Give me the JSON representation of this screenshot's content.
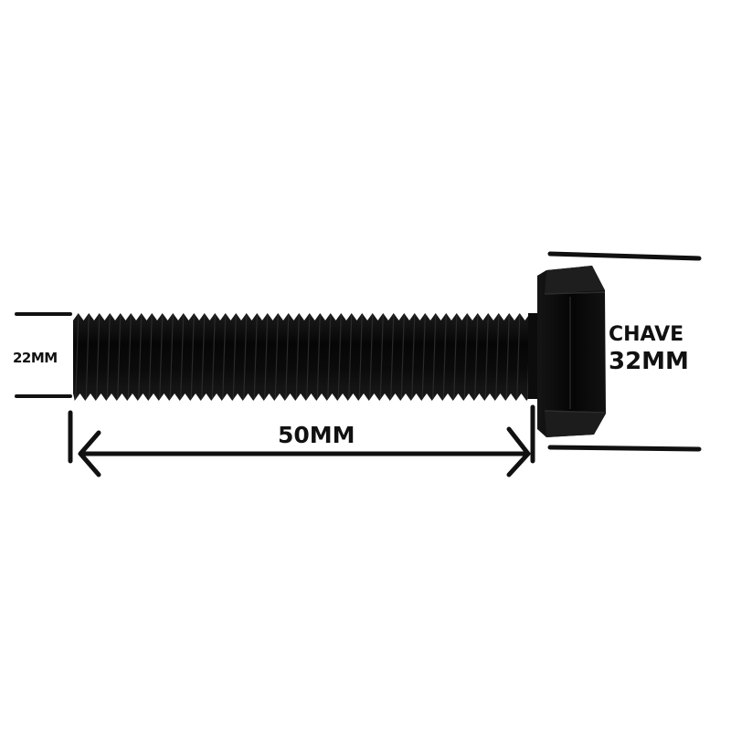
{
  "product": {
    "diameter_label": "22MM",
    "length_label": "50MM",
    "wrench_label_line1": "CHAVE",
    "wrench_label_line2": "32MM"
  },
  "colors": {
    "background": "#ffffff",
    "bolt": "#0a0a0a",
    "lines": "#111111"
  },
  "icons": {
    "bolt": "hex-bolt-photo",
    "arrow": "double-headed-arrow"
  }
}
